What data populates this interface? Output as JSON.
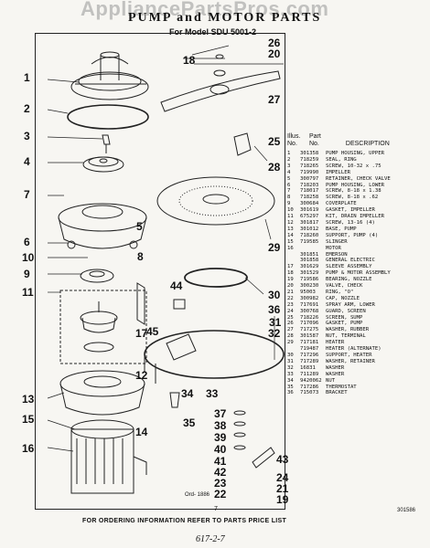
{
  "watermark": "AppliancePartsPros.com",
  "title": "PUMP and MOTOR PARTS",
  "subtitle": "For Model SDU 5001-2",
  "callouts": [
    "1",
    "2",
    "3",
    "4",
    "5",
    "6",
    "7",
    "8",
    "9",
    "10",
    "11",
    "12",
    "13",
    "14",
    "15",
    "16",
    "17",
    "18",
    "19",
    "20",
    "21",
    "22",
    "23",
    "24",
    "25",
    "26",
    "27",
    "28",
    "29",
    "30",
    "31",
    "32",
    "33",
    "34",
    "35",
    "36",
    "37",
    "38",
    "39",
    "40",
    "41",
    "42",
    "43",
    "44",
    "45"
  ],
  "table": {
    "header_illus": "Illus.",
    "header_part": "Part",
    "header_no": "No.",
    "header_no2": "No.",
    "header_desc": "DESCRIPTION",
    "rows": [
      {
        "n": "1",
        "pn": "301358",
        "d": "PUMP HOUSING, UPPER"
      },
      {
        "n": "2",
        "pn": "718259",
        "d": "SEAL, RING"
      },
      {
        "n": "3",
        "pn": "718265",
        "d": "SCREW, 10-32 x .75"
      },
      {
        "n": "4",
        "pn": "719990",
        "d": "IMPELLER"
      },
      {
        "n": "5",
        "pn": "300797",
        "d": "RETAINER, CHECK VALVE"
      },
      {
        "n": "6",
        "pn": "718203",
        "d": "PUMP HOUSING, LOWER"
      },
      {
        "n": "7",
        "pn": "718017",
        "d": "SCREW, 8-18 x 1.38"
      },
      {
        "n": "8",
        "pn": "718258",
        "d": "SCREW, 8-18 x .62"
      },
      {
        "n": "9",
        "pn": "300684",
        "d": "COVERPLATE"
      },
      {
        "n": "10",
        "pn": "301619",
        "d": "GASKET, IMPELLER"
      },
      {
        "n": "11",
        "pn": "675297",
        "d": "KIT, DRAIN IMPELLER"
      },
      {
        "n": "12",
        "pn": "301817",
        "d": "SCREW, 13-16 (4)"
      },
      {
        "n": "13",
        "pn": "301012",
        "d": "BASE, PUMP"
      },
      {
        "n": "14",
        "pn": "718260",
        "d": "SUPPORT, PUMP (4)"
      },
      {
        "n": "15",
        "pn": "719585",
        "d": "SLINGER"
      },
      {
        "n": "16",
        "pn": "",
        "d": "MOTOR"
      },
      {
        "n": "",
        "pn": "301851",
        "d": "EMERSON"
      },
      {
        "n": "",
        "pn": "301858",
        "d": "GENERAL ELECTRIC"
      },
      {
        "n": "17",
        "pn": "301629",
        "d": "SLEEVE ASSEMBLY"
      },
      {
        "n": "18",
        "pn": "301529",
        "d": "PUMP & MOTOR ASSEMBLY"
      },
      {
        "n": "19",
        "pn": "719586",
        "d": "BEARING, NOZZLE"
      },
      {
        "n": "20",
        "pn": "300230",
        "d": "VALVE, CHECK"
      },
      {
        "n": "21",
        "pn": "95003",
        "d": "RING, \"O\""
      },
      {
        "n": "22",
        "pn": "300982",
        "d": "CAP, NOZZLE"
      },
      {
        "n": "23",
        "pn": "717691",
        "d": "SPRAY ARM, LOWER"
      },
      {
        "n": "24",
        "pn": "300768",
        "d": "GUARD, SCREEN"
      },
      {
        "n": "25",
        "pn": "718226",
        "d": "SCREEN, SUMP"
      },
      {
        "n": "26",
        "pn": "717096",
        "d": "GASKET, PUMP"
      },
      {
        "n": "27",
        "pn": "717275",
        "d": "WASHER, RUBBER"
      },
      {
        "n": "28",
        "pn": "301587",
        "d": "NUT, TERMINAL"
      },
      {
        "n": "29",
        "pn": "717181",
        "d": "HEATER"
      },
      {
        "n": "",
        "pn": "719487",
        "d": "HEATER (ALTERNATE)"
      },
      {
        "n": "30",
        "pn": "717296",
        "d": "SUPPORT, HEATER"
      },
      {
        "n": "31",
        "pn": "717289",
        "d": "WASHER, RETAINER"
      },
      {
        "n": "32",
        "pn": "16831",
        "d": "WASHER"
      },
      {
        "n": "33",
        "pn": "711289",
        "d": "WASHER"
      },
      {
        "n": "34",
        "pn": "9420062",
        "d": "NUT"
      },
      {
        "n": "35",
        "pn": "717286",
        "d": "THERMOSTAT"
      },
      {
        "n": "36",
        "pn": "715073",
        "d": "BRACKET"
      }
    ]
  },
  "drawing_ref": "Ord- 1886",
  "page_number": "7",
  "doc_number": "301586",
  "footnote": "FOR ORDERING INFORMATION REFER TO PARTS PRICE LIST",
  "handwritten": "617-2-7"
}
